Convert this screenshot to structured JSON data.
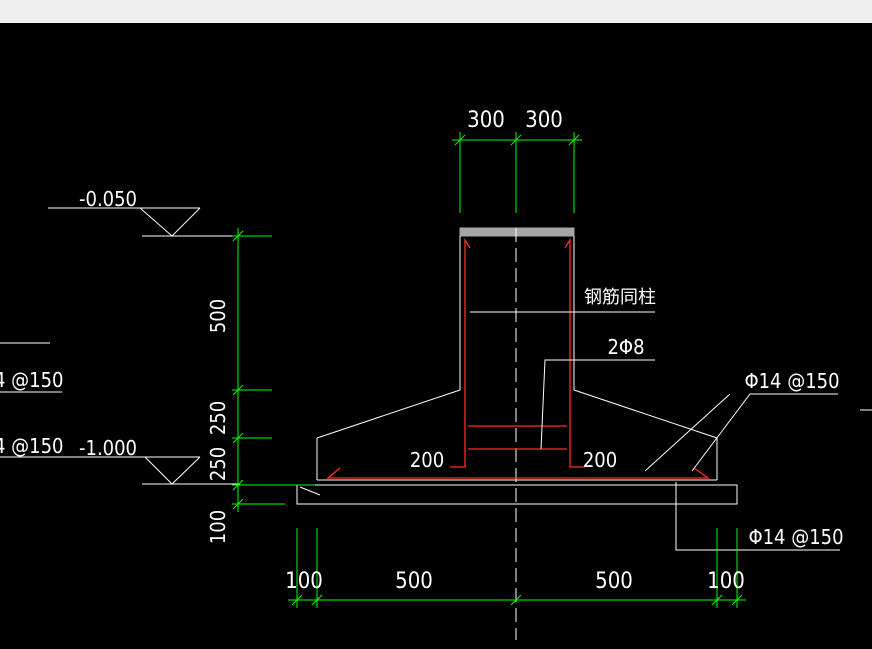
{
  "colors": {
    "background": "#000000",
    "titlebar": "#efefef",
    "outline": "#ffffff",
    "dimension": "#00ff00",
    "rebar": "#ff2a2a",
    "centerline": "#ffffff"
  },
  "drawing": {
    "dims_top": {
      "left": "300",
      "right": "300"
    },
    "dims_left": {
      "d1": "500",
      "d2": "250",
      "d3": "250",
      "d4": "100"
    },
    "dims_bottom": {
      "a": "100",
      "b": "500",
      "c": "500",
      "d": "100"
    },
    "elevations": {
      "top": "-0.050",
      "bottom": "-1.000"
    },
    "labels": {
      "rebar_same_column": "钢筋同柱",
      "stirrups": "2Φ8",
      "bottom_bars_1": "Φ14 @150",
      "bottom_bars_2": "Φ14 @150",
      "left_200": "200",
      "right_200": "200",
      "edge_label_1": "4 @150",
      "edge_label_2": "4 @150"
    }
  }
}
